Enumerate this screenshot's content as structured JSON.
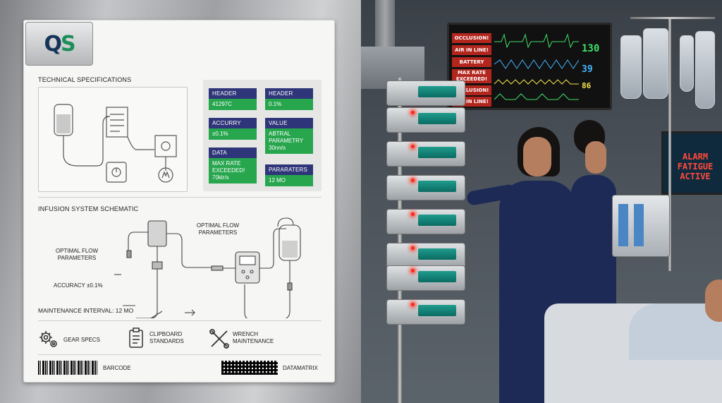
{
  "logo": {
    "text_main": "Q",
    "text_accent": "S"
  },
  "sections": {
    "tech_specs": "TECHNICAL SPECIFICATIONS",
    "schematic": "INFUSION SYSTEM SCHEMATIC"
  },
  "spec_boxes": [
    {
      "header": "HEADER",
      "value": "41297C"
    },
    {
      "header": "HEADER",
      "value": "0.1%"
    },
    {
      "header": "ACCURRY",
      "value": "±0.1%"
    },
    {
      "header": "VALUE",
      "value": "ABTRAL PARAMETRY 30nn/s"
    },
    {
      "header": "DATA",
      "value": "MAX RATE EXCEEDED! 70klr/s"
    },
    {
      "header": "PARARATERS",
      "value": "12 MO"
    }
  ],
  "schematic_labels": {
    "optimal_flow_left": "OPTIMAL FLOW PARAMETERS",
    "optimal_flow_top": "OPTIMAL FLOW PARAMETERS",
    "accuracy": "ACCURACY ±0.1%",
    "maintenance": "MAINTENANCE INTERVAL: 12 MO"
  },
  "footer_icons": [
    {
      "icon": "gear-icon",
      "label": "GEAR SPECS"
    },
    {
      "icon": "clipboard-icon",
      "label": "CLIPBOARD STANDARDS"
    },
    {
      "icon": "wrench-icon",
      "label": "WRENCH MAINTENANCE"
    }
  ],
  "codes": {
    "barcode": "BARCODE",
    "datamatrix": "DATAMATRIX"
  },
  "monitor": {
    "alarms": [
      "OCCLUSION!",
      "AIR IN LINE!",
      "BATTERY LOW!",
      "MAX RATE EXCEEDED!",
      "OCCLUSION!",
      "AIR IN LINE!"
    ],
    "vitals": [
      "130",
      "39",
      "86"
    ]
  },
  "wall_screen": {
    "text": "ALARM FATIGUE ACTIVE"
  },
  "colors": {
    "header_blue": "#2f3579",
    "value_green": "#27a64e",
    "alarm_red": "#b3261e",
    "pump_teal": "#1f9c8d"
  }
}
